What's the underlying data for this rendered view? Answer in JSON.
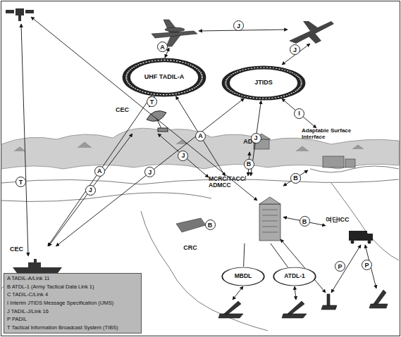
{
  "diagram": {
    "nodes": [
      {
        "text": [
          "UHF TADIL-A"
        ]
      },
      {
        "text": [
          "JTIDS"
        ]
      },
      {
        "text": [
          "CEC"
        ]
      },
      {
        "text": [
          "ADC"
        ]
      },
      {
        "text": [
          "Adaptable Surface Interface"
        ]
      },
      {
        "text": [
          "MCRC/TACC/ ADMCC"
        ]
      },
      {
        "text": [
          "CRC"
        ]
      },
      {
        "text": [
          "여단ICC"
        ]
      },
      {
        "text": [
          "CEC"
        ]
      },
      {
        "text": [
          "MBDL"
        ]
      },
      {
        "text": [
          "ATDL-1"
        ]
      }
    ],
    "edges": [
      {
        "from": 0,
        "to": 8,
        "label": "A",
        "arrow": "both"
      },
      {
        "from": 1,
        "to": 8,
        "label": "J",
        "arrow": "both"
      },
      {
        "from": 2,
        "to": 8,
        "label": "J",
        "arrow": "both"
      },
      {
        "from": 2,
        "to": 0,
        "label": "T",
        "arrow": "both"
      },
      {
        "from": 0,
        "to": 5,
        "label": "A",
        "arrow": "both"
      },
      {
        "from": 1,
        "to": 5,
        "label": "J",
        "arrow": "both"
      },
      {
        "from": 2,
        "to": 5,
        "label": "J",
        "arrow": "both"
      },
      {
        "from": 1,
        "to": 4,
        "label": "I",
        "arrow": "both"
      },
      {
        "from": 3,
        "to": 5,
        "label": "B",
        "arrow": "both"
      },
      {
        "from": 5,
        "to": 4,
        "label": "B",
        "arrow": "both"
      },
      {
        "from": 5,
        "to": 6,
        "label": "B",
        "arrow": "both"
      },
      {
        "from": 5,
        "to": 7,
        "label": "B",
        "arrow": "both"
      },
      {
        "from": 5,
        "to": 9,
        "arrow": "none"
      },
      {
        "from": 5,
        "to": 10,
        "arrow": "none"
      }
    ],
    "labels": [
      "T",
      "A",
      "J",
      "J",
      "P",
      "P"
    ],
    "legend": [
      {
        "text": "A TADIL-A/Link 11"
      },
      {
        "text": "B ATDL-1 (Army Tactical Data Link 1)"
      },
      {
        "text": "C TADIL-C/Link 4"
      },
      {
        "text": "I Interim JTIDS Message Specification (IJMS)"
      },
      {
        "text": "J TADIL-J/Link 16"
      },
      {
        "text": "P PADIL"
      },
      {
        "text": "T Tactical Information Broadcast System (TIBS)"
      }
    ]
  }
}
